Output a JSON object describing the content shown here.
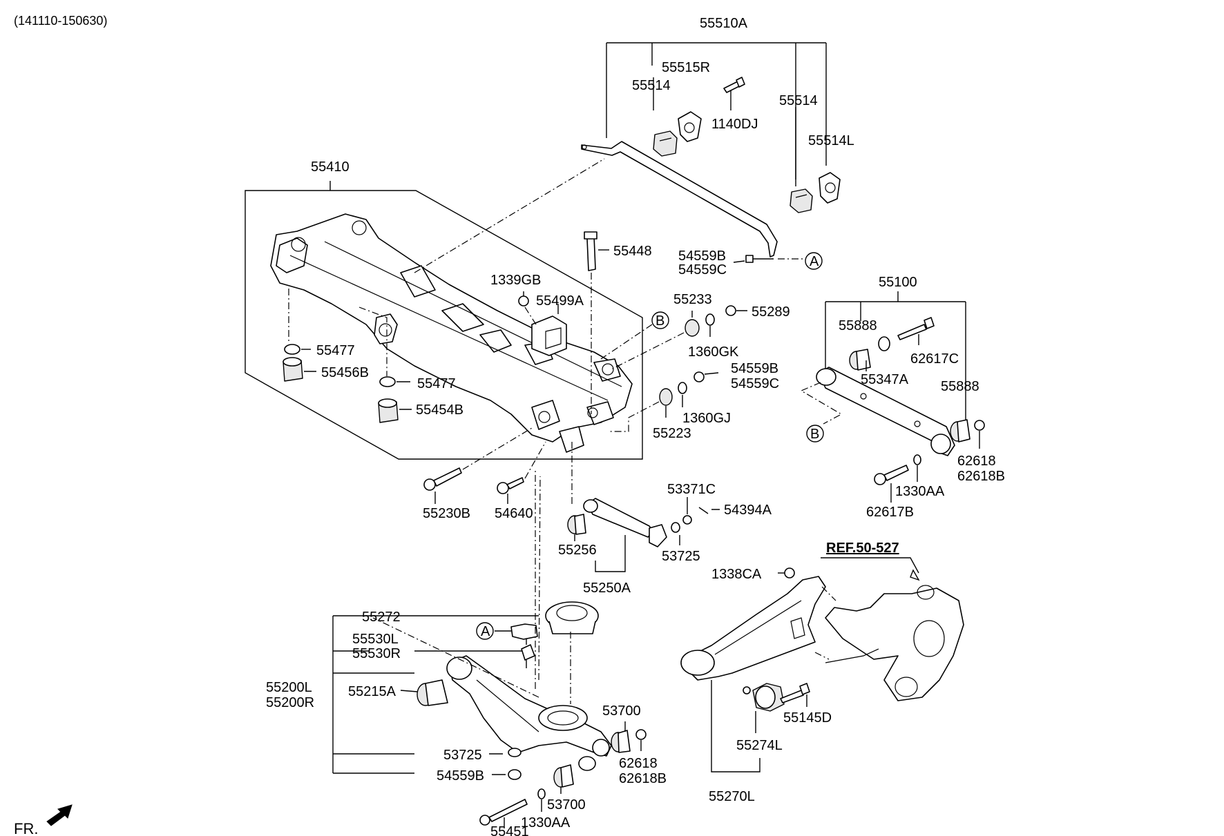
{
  "diagram": {
    "date_range": "(141110-150630)",
    "front_label": "FR.",
    "ref_label": "REF.50-527",
    "callouts": {
      "A1": "A",
      "A2": "A",
      "B1": "B",
      "B2": "B"
    },
    "labels": {
      "p55510A": "55510A",
      "p55515R": "55515R",
      "p55514_left": "55514",
      "p55514_right": "55514",
      "p1140DJ": "1140DJ",
      "p55514L": "55514L",
      "p55410": "55410",
      "p55448": "55448",
      "p54559B_top": "54559B",
      "p54559C_top": "54559C",
      "p1339GB": "1339GB",
      "p55499A": "55499A",
      "p55233": "55233",
      "p55289": "55289",
      "p1360GK": "1360GK",
      "p54559B_mid": "54559B",
      "p54559C_mid": "54559C",
      "p1360GJ": "1360GJ",
      "p55223": "55223",
      "p55477_a": "55477",
      "p55456B": "55456B",
      "p55477_b": "55477",
      "p55454B": "55454B",
      "p55230B": "55230B",
      "p54640": "54640",
      "p53371C": "53371C",
      "p54394A": "54394A",
      "p55256": "55256",
      "p53725_top": "53725",
      "p55250A": "55250A",
      "p55100": "55100",
      "p55888_a": "55888",
      "p62617C": "62617C",
      "p55347A": "55347A",
      "p55888_b": "55888",
      "p62618_r": "62618",
      "p62618B_r": "62618B",
      "p1330AA_r": "1330AA",
      "p62617B": "62617B",
      "p1338CA": "1338CA",
      "p55145D": "55145D",
      "p55274L": "55274L",
      "p55270L": "55270L",
      "p55272": "55272",
      "p55530L": "55530L",
      "p55530R": "55530R",
      "p55200L": "55200L",
      "p55200R": "55200R",
      "p55215A": "55215A",
      "p53725_bot": "53725",
      "p54559B_bot": "54559B",
      "p53700_top": "53700",
      "p62618_b": "62618",
      "p62618B_b": "62618B",
      "p53700_bot": "53700",
      "p1330AA_b": "1330AA",
      "p55451": "55451"
    }
  }
}
